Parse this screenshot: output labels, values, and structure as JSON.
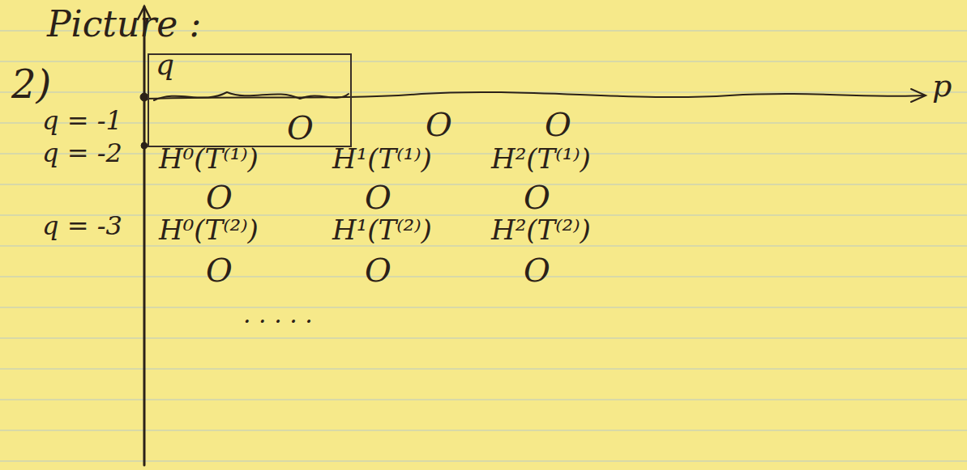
{
  "diagram": {
    "nodes": [
      {
        "text": [
          "O"
        ]
      }
    ],
    "labels": [
      "2)",
      "Picture :",
      "q",
      "p",
      "q = -1",
      "q = -2",
      "q = -3",
      "O",
      "O",
      "H⁰(T⁽¹⁾)",
      "H¹(T⁽¹⁾)",
      "H²(T⁽¹⁾)",
      "O",
      "O",
      "O",
      "H⁰(T⁽²⁾)",
      "H¹(T⁽²⁾)",
      "H²(T⁽²⁾)",
      "O",
      "O",
      "O",
      "· · · · ·"
    ]
  }
}
